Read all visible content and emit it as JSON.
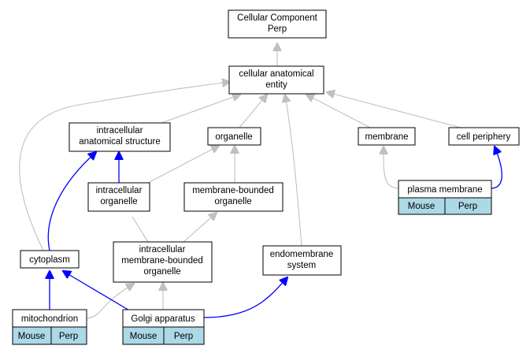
{
  "colors": {
    "is_a_edge": "#c0c0c0",
    "part_of_edge": "#0000ff",
    "tag_fill": "#add8e6",
    "node_border": "#000000",
    "background": "#ffffff"
  },
  "nodes": {
    "root": [
      "Cellular Component",
      "Perp"
    ],
    "cellular_anatomical_entity": [
      "cellular anatomical",
      "entity"
    ],
    "intracellular_anatomical_structure": [
      "intracellular",
      "anatomical structure"
    ],
    "organelle": [
      "organelle"
    ],
    "membrane": [
      "membrane"
    ],
    "cell_periphery": [
      "cell periphery"
    ],
    "intracellular_organelle": [
      "intracellular",
      "organelle"
    ],
    "membrane_bounded_organelle": [
      "membrane-bounded",
      "organelle"
    ],
    "plasma_membrane": [
      "plasma membrane"
    ],
    "cytoplasm": [
      "cytoplasm"
    ],
    "intracellular_membrane_bounded_organelle": [
      "intracellular",
      "membrane-bounded",
      "organelle"
    ],
    "endomembrane_system": [
      "endomembrane",
      "system"
    ],
    "mitochondrion": [
      "mitochondrion"
    ],
    "golgi_apparatus": [
      "Golgi apparatus"
    ]
  },
  "tags": {
    "plasma_membrane": [
      "Mouse",
      "Perp"
    ],
    "mitochondrion": [
      "Mouse",
      "Perp"
    ],
    "golgi_apparatus": [
      "Mouse",
      "Perp"
    ]
  },
  "edges": [
    {
      "from": "cellular_anatomical_entity",
      "to": "root",
      "type": "is_a"
    },
    {
      "from": "intracellular_anatomical_structure",
      "to": "cellular_anatomical_entity",
      "type": "is_a"
    },
    {
      "from": "organelle",
      "to": "cellular_anatomical_entity",
      "type": "is_a"
    },
    {
      "from": "membrane",
      "to": "cellular_anatomical_entity",
      "type": "is_a"
    },
    {
      "from": "cell_periphery",
      "to": "cellular_anatomical_entity",
      "type": "is_a"
    },
    {
      "from": "cytoplasm",
      "to": "cellular_anatomical_entity",
      "type": "is_a"
    },
    {
      "from": "endomembrane_system",
      "to": "cellular_anatomical_entity",
      "type": "is_a"
    },
    {
      "from": "intracellular_organelle",
      "to": "intracellular_anatomical_structure",
      "type": "part_of"
    },
    {
      "from": "intracellular_organelle",
      "to": "organelle",
      "type": "is_a"
    },
    {
      "from": "membrane_bounded_organelle",
      "to": "organelle",
      "type": "is_a"
    },
    {
      "from": "intracellular_membrane_bounded_organelle",
      "to": "intracellular_organelle",
      "type": "is_a"
    },
    {
      "from": "intracellular_membrane_bounded_organelle",
      "to": "membrane_bounded_organelle",
      "type": "is_a"
    },
    {
      "from": "plasma_membrane",
      "to": "membrane",
      "type": "is_a"
    },
    {
      "from": "plasma_membrane",
      "to": "cell_periphery",
      "type": "part_of"
    },
    {
      "from": "cytoplasm",
      "to": "intracellular_anatomical_structure",
      "type": "part_of"
    },
    {
      "from": "mitochondrion",
      "to": "cytoplasm",
      "type": "part_of"
    },
    {
      "from": "mitochondrion",
      "to": "intracellular_membrane_bounded_organelle",
      "type": "is_a"
    },
    {
      "from": "golgi_apparatus",
      "to": "cytoplasm",
      "type": "part_of"
    },
    {
      "from": "golgi_apparatus",
      "to": "intracellular_membrane_bounded_organelle",
      "type": "is_a"
    },
    {
      "from": "golgi_apparatus",
      "to": "endomembrane_system",
      "type": "part_of"
    }
  ]
}
